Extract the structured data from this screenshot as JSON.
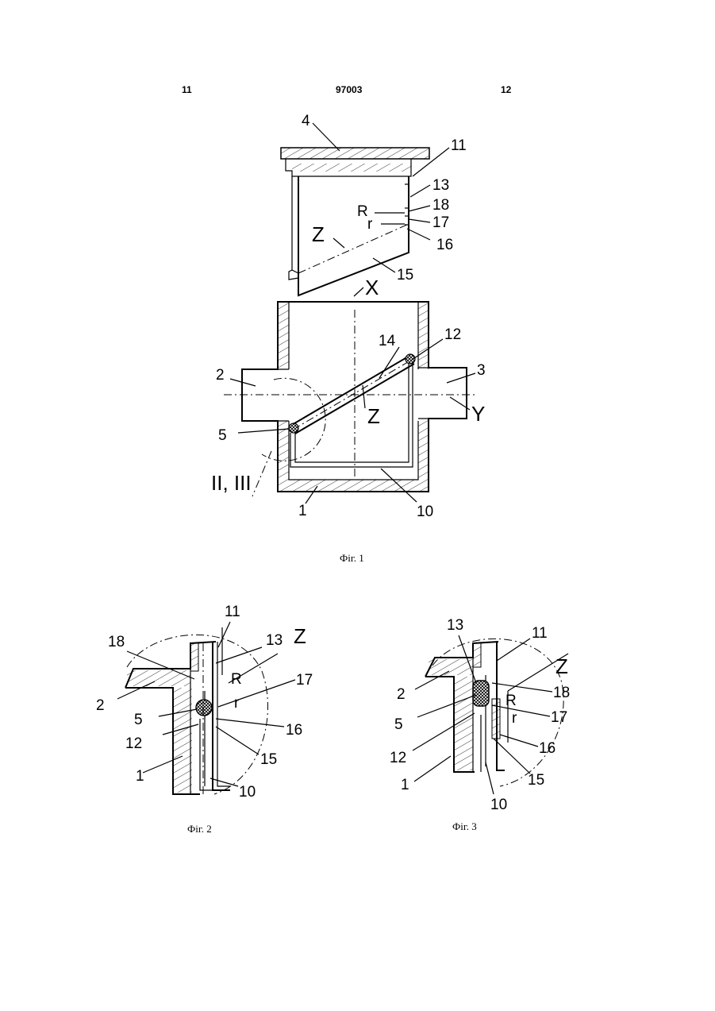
{
  "header": {
    "left_page": "11",
    "patent_number": "97003",
    "right_page": "12"
  },
  "fig1": {
    "caption": "Фіг. 1",
    "labels": {
      "l4": "4",
      "l11": "11",
      "l13": "13",
      "lR": "R",
      "l18": "18",
      "lr": "r",
      "l17": "17",
      "lZtop": "Z",
      "l16": "16",
      "l15": "15",
      "lX": "X",
      "l14": "14",
      "l12": "12",
      "l2": "2",
      "l3": "3",
      "lZmid": "Z",
      "lY": "Y",
      "l5": "5",
      "lII": "II, III",
      "l1": "1",
      "l10": "10"
    }
  },
  "fig2": {
    "caption": "Фіг. 2",
    "labels": {
      "l11": "11",
      "l18": "18",
      "l13": "13",
      "lZ": "Z",
      "lR": "R",
      "l17": "17",
      "l2": "2",
      "lr": "r",
      "l5": "5",
      "l16": "16",
      "l12": "12",
      "l15": "15",
      "l1": "1",
      "l10": "10"
    }
  },
  "fig3": {
    "caption": "Фіг. 3",
    "labels": {
      "l13": "13",
      "l11": "11",
      "lZ": "Z",
      "l2": "2",
      "l18": "18",
      "lR": "R",
      "l5": "5",
      "lr": "r",
      "l17": "17",
      "l16": "16",
      "l12": "12",
      "l1": "1",
      "l15": "15",
      "l10": "10"
    }
  }
}
